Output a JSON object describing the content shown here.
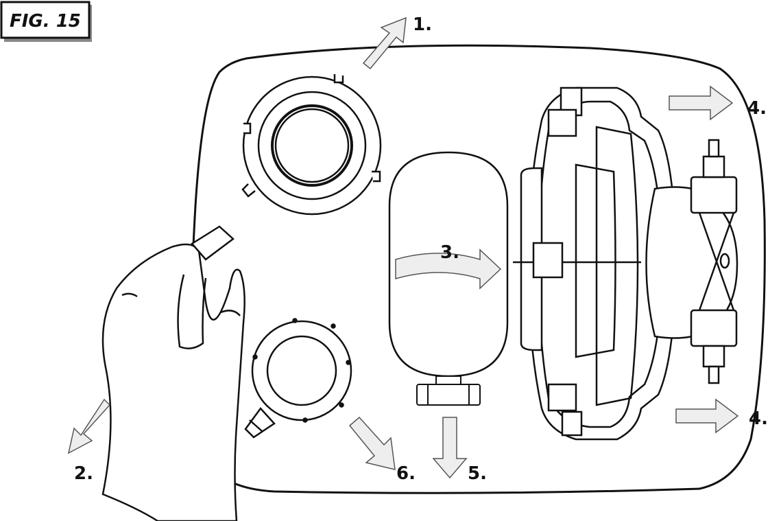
{
  "figure_label": "FIG. 15",
  "step_labels": {
    "step1": "1.",
    "step2": "2.",
    "step3": "3.",
    "step4a": "4.",
    "step4b": "4.",
    "step5": "5.",
    "step6": "6."
  },
  "colors": {
    "line": "#111111",
    "arrow_fill": "#eeeeee",
    "background": "#ffffff"
  }
}
